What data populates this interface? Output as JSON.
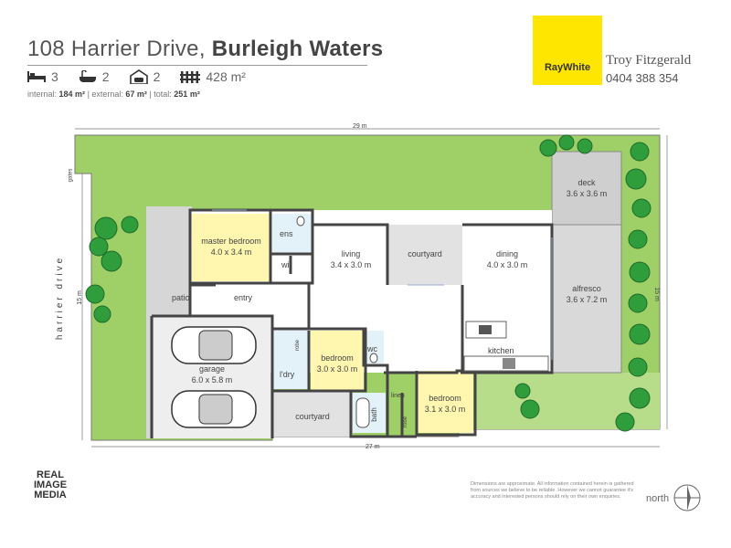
{
  "header": {
    "street": "108 Harrier Drive, ",
    "suburb": "Burleigh Waters",
    "bedrooms": "3",
    "bathrooms": "2",
    "garage": "2",
    "land": "428 m²",
    "internal_label": "internal: ",
    "internal_value": "184 m²",
    "external_label": " | external: ",
    "external_value": "67 m²",
    "total_label": " | total: ",
    "total_value": "251 m²"
  },
  "agency": {
    "logo": "RayWhite",
    "agent": "Troy Fitzgerald",
    "phone": "0404 388 354",
    "brand_color": "#ffe600"
  },
  "plan": {
    "top_dim": "29 m",
    "bottom_dim": "27 m",
    "left_dim": "15 m",
    "right_dim": "15 m",
    "street_label": "harrier drive",
    "gates": "gates",
    "rooms": {
      "master_bedroom": {
        "name": "master bedroom",
        "size": "4.0 x 3.4 m"
      },
      "ens": {
        "name": "ens"
      },
      "wir": {
        "name": "wir"
      },
      "living": {
        "name": "living",
        "size": "3.4 x 3.0 m"
      },
      "courtyard_1": {
        "name": "courtyard"
      },
      "dining": {
        "name": "dining",
        "size": "4.0 x 3.0 m"
      },
      "deck": {
        "name": "deck",
        "size": "3.6 x 3.6 m"
      },
      "alfresco": {
        "name": "alfresco",
        "size": "3.6 x 7.2 m"
      },
      "patio": {
        "name": "patio"
      },
      "entry": {
        "name": "entry"
      },
      "garage": {
        "name": "garage",
        "size": "6.0 x 5.8 m"
      },
      "robe_1": {
        "name": "robe"
      },
      "bedroom_2": {
        "name": "bedroom",
        "size": "3.0 x 3.0 m"
      },
      "wc": {
        "name": "wc"
      },
      "kitchen": {
        "name": "kitchen"
      },
      "ldry": {
        "name": "l'dry"
      },
      "linen": {
        "name": "linen"
      },
      "bath": {
        "name": "bath"
      },
      "robe_2": {
        "name": "robe"
      },
      "bedroom_3": {
        "name": "bedroom",
        "size": "3.1 x 3.0 m"
      },
      "courtyard_2": {
        "name": "courtyard"
      }
    },
    "colors": {
      "lawn": "#9fd067",
      "bedroom": "#fff6b0",
      "floor": "#ffffff",
      "wall": "#444444",
      "paving": "#d6d6d6",
      "wet": "#e3f1f8"
    }
  },
  "footer": {
    "brand_line1": "REAL",
    "brand_line2": "IMAGE",
    "brand_line3": "MEDIA",
    "disclaimer": "Dimensions are approximate. All information contained herein is gathered from sources we believe to be reliable. However we cannot guarantee it's accuracy and interested persons should rely on their own enquiries.",
    "north": "north"
  }
}
